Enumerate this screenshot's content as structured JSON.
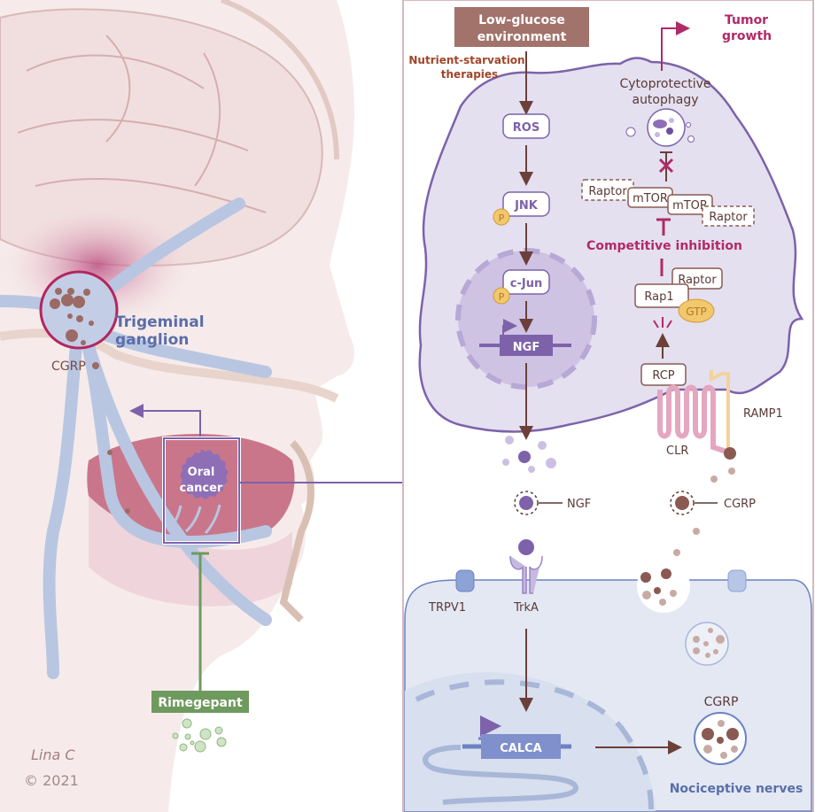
{
  "labels": {
    "low_glucose": [
      "Low-glucose",
      "environment"
    ],
    "nutrient_starvation": [
      "Nutrient-starvation",
      "therapies"
    ],
    "tumor_growth": [
      "Tumor",
      "growth"
    ],
    "cytoprotective": [
      "Cytoprotective",
      "autophagy"
    ],
    "ros": "ROS",
    "jnk": "JNK",
    "cjun": "c-Jun",
    "p": "P",
    "ngf_gene": "NGF",
    "raptor": "Raptor",
    "mtor": "mTOR",
    "competitive_inhibition": "Competitive inhibition",
    "rap1": "Rap1",
    "gtp": "GTP",
    "rcp": "RCP",
    "ramp1": "RAMP1",
    "clr": "CLR",
    "ngf": "NGF",
    "cgrp": "CGRP",
    "trpv1": "TRPV1",
    "trka": "TrkA",
    "calca": "CALCA",
    "cgrp_vesicle": "CGRP",
    "nociceptive": "Nociceptive nerves",
    "trigeminal": [
      "Trigeminal",
      "ganglion"
    ],
    "cgrp_left": "CGRP",
    "oral_cancer": [
      "Oral",
      "cancer"
    ],
    "rimegepant": "Rimegepant",
    "signature": "Lina C",
    "copyright": "© 2021"
  },
  "colors": {
    "brown": "#7a4a42",
    "brown_box": "#a2736b",
    "magenta": "#b12a68",
    "purple": "#7d62aa",
    "cell": "#e4e0f0",
    "nerve_blue": "#5a6ea8",
    "green": "#6e9a5e"
  }
}
